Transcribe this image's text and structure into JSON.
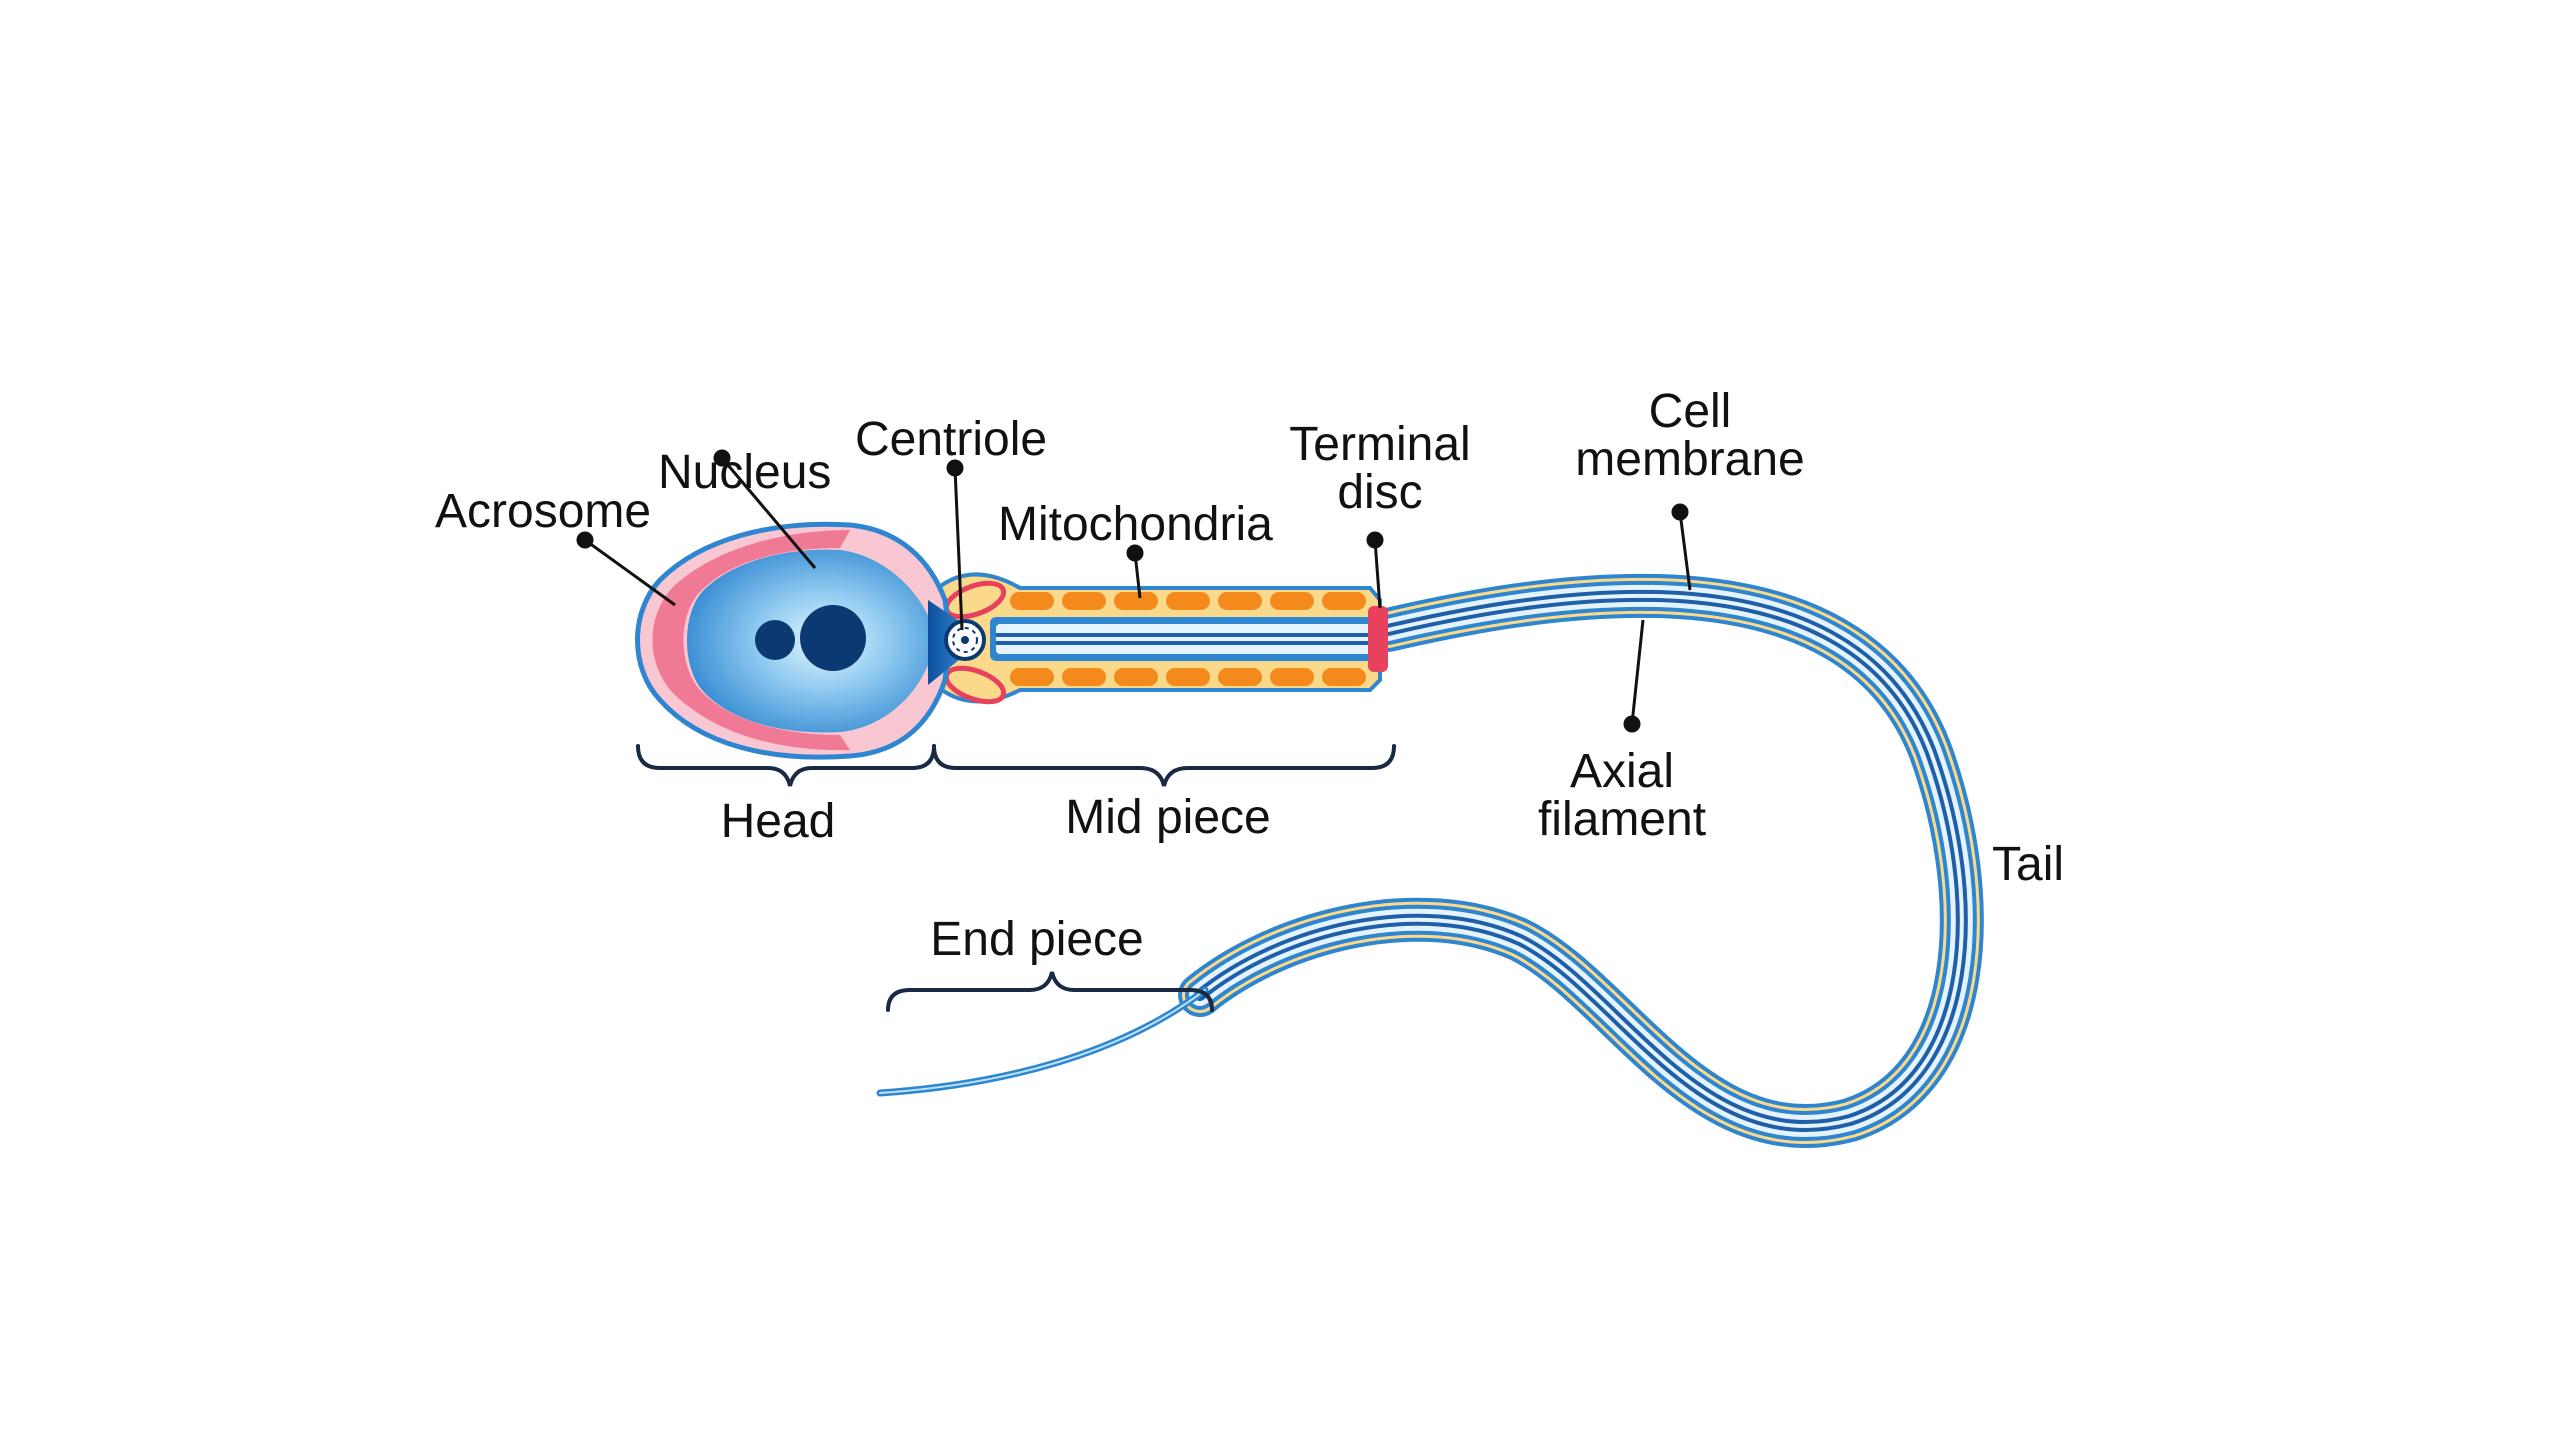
{
  "labels": {
    "acrosome": "Acrosome",
    "nucleus": "Nucleus",
    "centriole": "Centriole",
    "mitochondria": "Mitochondria",
    "terminal_disc_line1": "Terminal",
    "terminal_disc_line2": "disc",
    "cell_membrane_line1": "Cell",
    "cell_membrane_line2": "membrane",
    "axial_filament_line1": "Axial",
    "axial_filament_line2": "filament",
    "tail": "Tail",
    "head": "Head",
    "mid_piece": "Mid piece",
    "end_piece": "End piece"
  },
  "colors": {
    "cell_blue": "#2f86d0",
    "nucleus_light": "#bfe3f8",
    "nucleus_dark": "#0b3a73",
    "acrosome_pink": "#f07a95",
    "acrosome_light": "#f8c7d2",
    "mito_orange": "#f48a1c",
    "mito_yellow": "#fbd98a",
    "terminal_red": "#e8415d",
    "leader": "#111111"
  }
}
